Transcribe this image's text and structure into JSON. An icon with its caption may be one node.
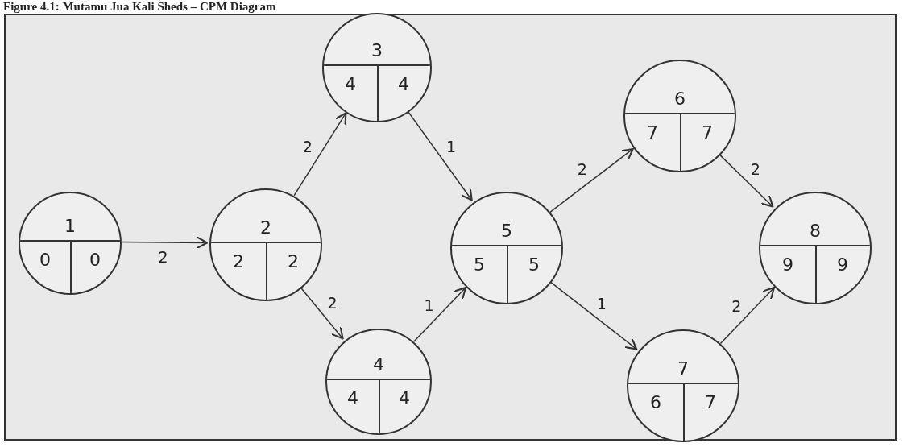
{
  "diagram": {
    "title": "Figure 4.1: Mutamu Jua Kali Sheds – CPM Diagram",
    "nodes": [
      {
        "text": [
          "1",
          "0",
          "0"
        ]
      },
      {
        "text": [
          "2",
          "2",
          "2"
        ]
      },
      {
        "text": [
          "3",
          "4",
          "4"
        ]
      },
      {
        "text": [
          "4",
          "4",
          "4"
        ]
      },
      {
        "text": [
          "5",
          "5",
          "5"
        ]
      },
      {
        "text": [
          "6",
          "7",
          "7"
        ]
      },
      {
        "text": [
          "7",
          "6",
          "7"
        ]
      },
      {
        "text": [
          "8",
          "9",
          "9"
        ]
      }
    ],
    "edges": [
      {
        "from": 0,
        "to": 1,
        "arrow": "to",
        "label": "2"
      },
      {
        "from": 1,
        "to": 2,
        "arrow": "to",
        "label": "2"
      },
      {
        "from": 1,
        "to": 3,
        "arrow": "to",
        "label": "2"
      },
      {
        "from": 2,
        "to": 4,
        "arrow": "to",
        "label": "1"
      },
      {
        "from": 3,
        "to": 4,
        "arrow": "to",
        "label": "1"
      },
      {
        "from": 4,
        "to": 5,
        "arrow": "to",
        "label": "2"
      },
      {
        "from": 4,
        "to": 6,
        "arrow": "to",
        "label": "1"
      },
      {
        "from": 5,
        "to": 7,
        "arrow": "to",
        "label": "2"
      },
      {
        "from": 6,
        "to": 7,
        "arrow": "to",
        "label": "2"
      }
    ]
  }
}
